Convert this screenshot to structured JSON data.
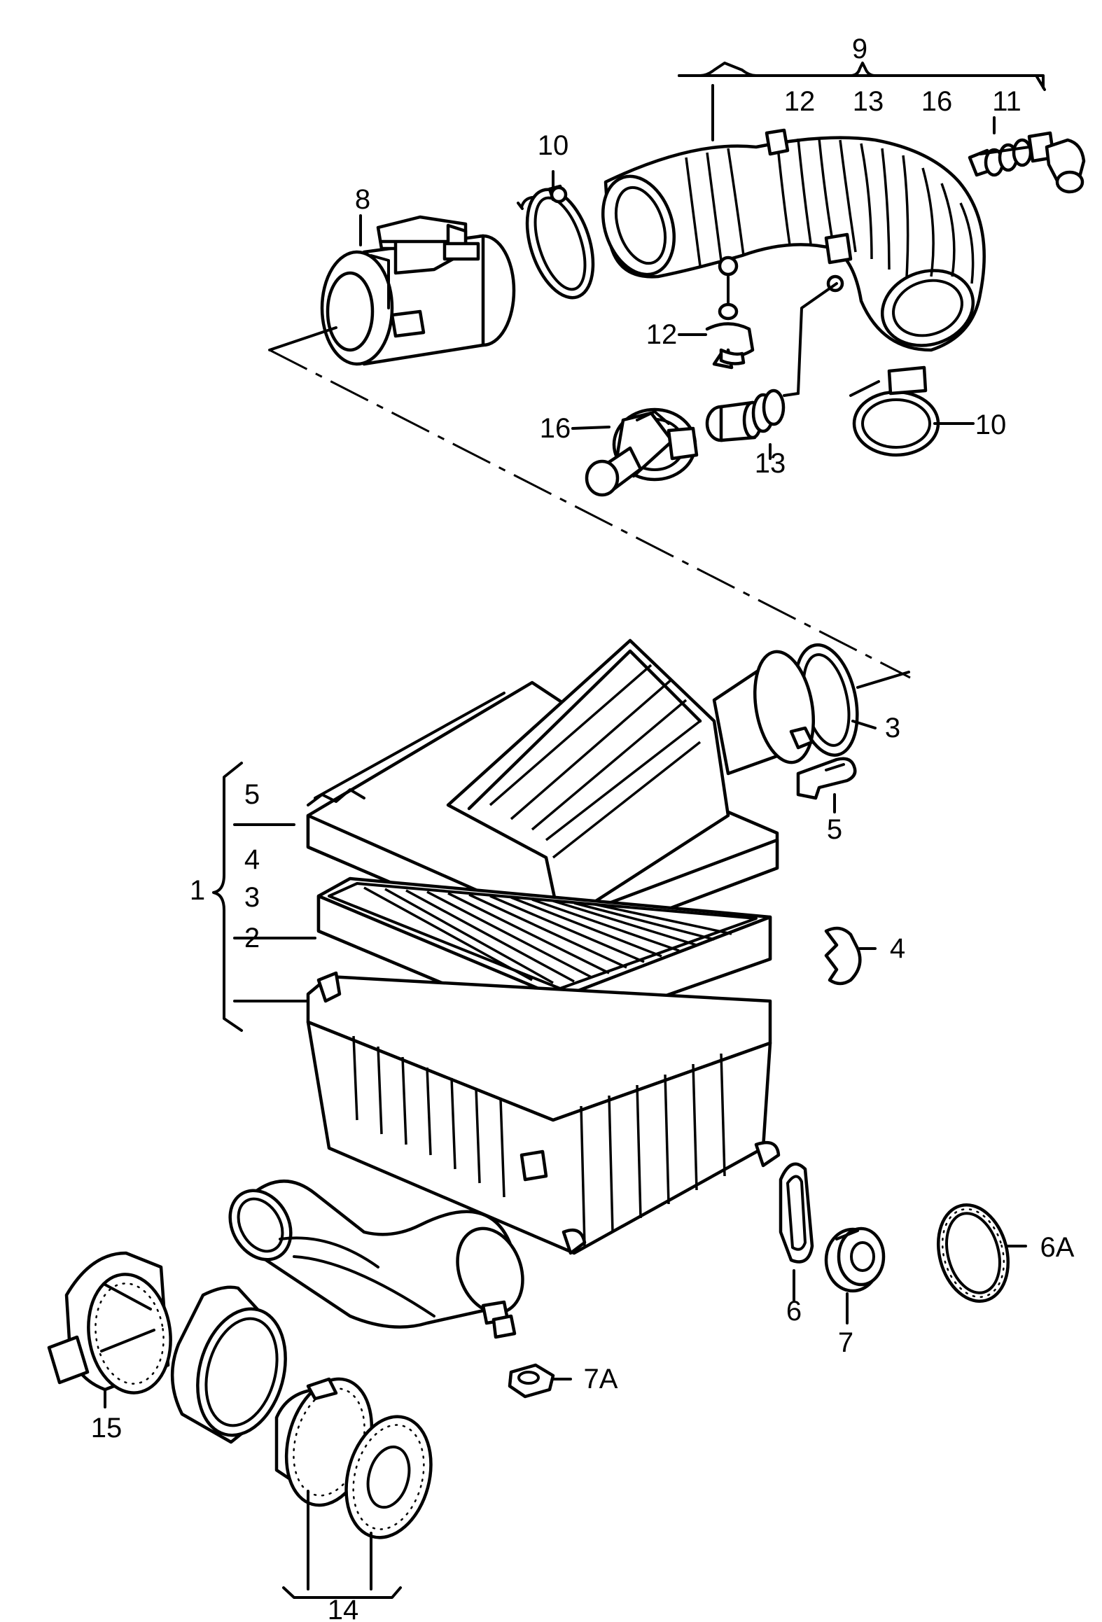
{
  "callouts": {
    "c9": "9",
    "c12_top": "12",
    "c13_top": "13",
    "c16_top": "16",
    "c11": "11",
    "c10_left": "10",
    "c8": "8",
    "c12_clip": "12",
    "c16_valve": "16",
    "c13_plug": "13",
    "c10_right": "10",
    "c3": "3",
    "c5_left": "5",
    "c5_right": "5",
    "c4_left": "4",
    "c3_left": "3",
    "c1": "1",
    "c2": "2",
    "c4_right": "4",
    "c6a": "6A",
    "c6": "6",
    "c7": "7",
    "c7a": "7A",
    "c15": "15",
    "c14": "14"
  }
}
